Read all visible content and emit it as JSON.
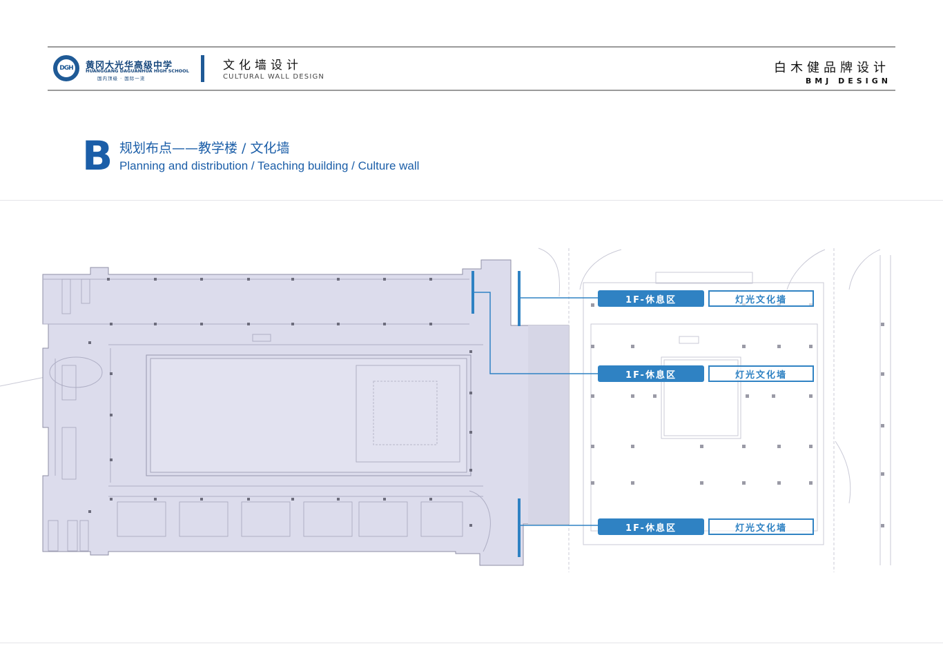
{
  "header": {
    "school_cn": "黄冈大光华高级中学",
    "school_en": "HUANGGANG DAGUANHUA HIGH SCHOOL",
    "school_motto": "国内顶级 · 国际一流",
    "logo_icon": "school-emblem-icon",
    "section_cn": "文化墙设计",
    "section_en": "CULTURAL WALL DESIGN",
    "brand_cn": "白木健品牌设计",
    "brand_en": "BMJ DESIGN"
  },
  "title": {
    "letter": "B",
    "cn": "规划布点——教学楼 / 文化墙",
    "en": "Planning and distribution / Teaching building / Culture wall"
  },
  "markers": [
    {
      "zone": "1F-休息区",
      "wall": "灯光文化墙"
    },
    {
      "zone": "1F-休息区",
      "wall": "灯光文化墙"
    },
    {
      "zone": "1F-休息区",
      "wall": "灯光文化墙"
    }
  ],
  "colors": {
    "accent": "#2f82c3",
    "brand_blue": "#1b5ea8",
    "plan_fill": "#dcdcec",
    "rule": "#9a9a9a"
  }
}
